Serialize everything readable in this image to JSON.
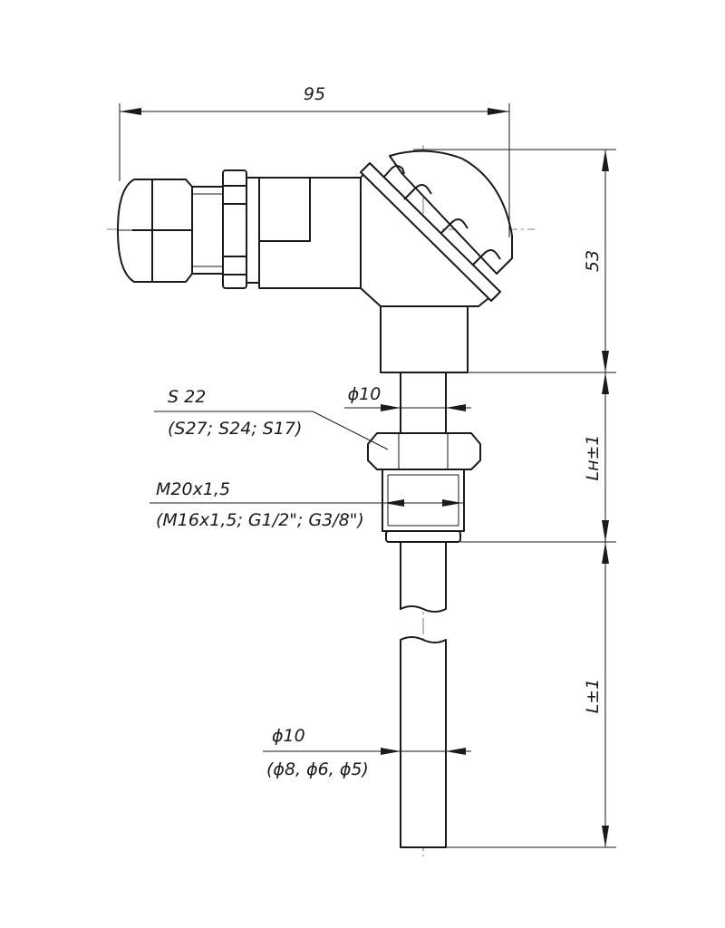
{
  "dimensions": {
    "overall_width": "95",
    "head_height": "53",
    "nipple_length": "Lн±1",
    "immersion_length": "L±1"
  },
  "wrench": {
    "size": "S 22",
    "alternatives": "(S27; S24; S17)"
  },
  "neck_diameter": "ϕ10",
  "thread": {
    "main": "M20x1,5",
    "alternatives": "(M16x1,5; G1/2\"; G3/8\")"
  },
  "probe_diameter": {
    "main": "ϕ10",
    "alternatives": "(ϕ8, ϕ6, ϕ5)"
  },
  "colors": {
    "line": "#1a1a1a",
    "background": "#ffffff"
  }
}
